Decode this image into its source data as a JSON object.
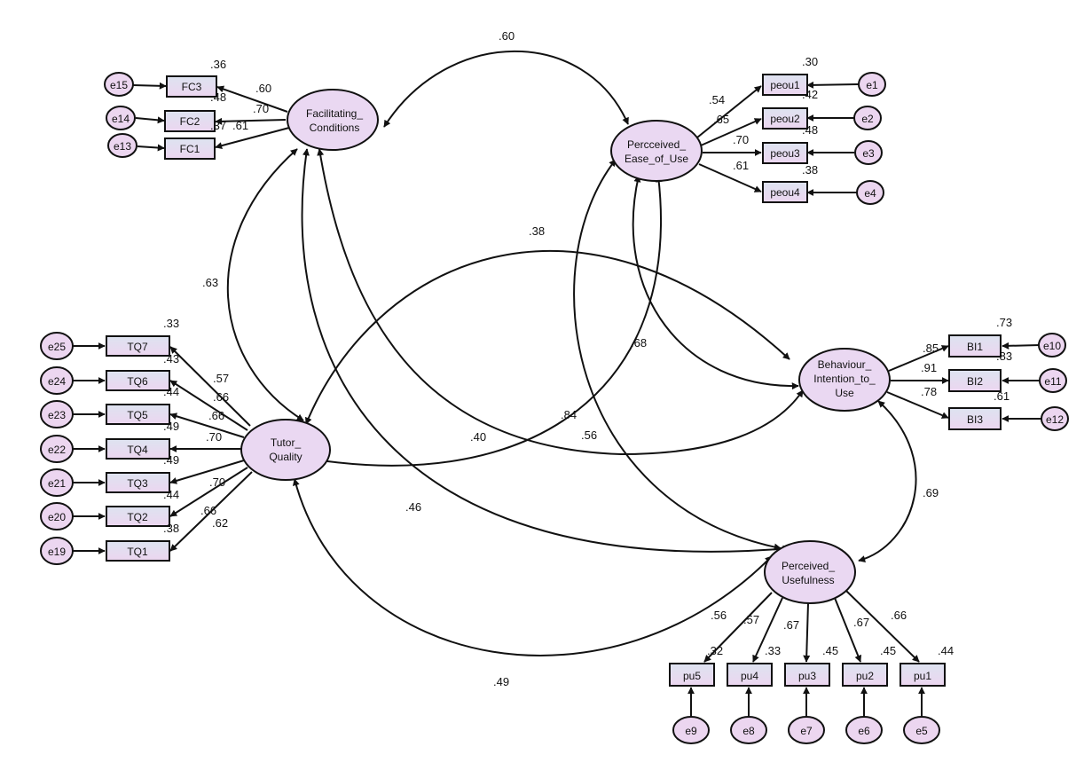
{
  "colors": {
    "latent_fill": "#ead8f2",
    "indicator_fill_top": "#dde3f0",
    "indicator_fill_bottom": "#ecd6f0",
    "error_fill": "#ecd6f0",
    "stroke": "#111111"
  },
  "latents": [
    {
      "id": "FC",
      "label": [
        "Facilitating_",
        "Conditions"
      ]
    },
    {
      "id": "PEOU",
      "label": [
        "Percceived_",
        "Ease_of_Use"
      ]
    },
    {
      "id": "BI",
      "label": [
        "Behaviour_",
        "Intention_to_",
        "Use"
      ]
    },
    {
      "id": "TQ",
      "label": [
        "Tutor_",
        "Quality"
      ]
    },
    {
      "id": "PU",
      "label": [
        "Perceived_",
        "Usefulness"
      ]
    }
  ],
  "indicators": [
    {
      "id": "FC3",
      "r2": ".36"
    },
    {
      "id": "FC2",
      "r2": ".48"
    },
    {
      "id": "FC1",
      "r2": ".37"
    },
    {
      "id": "peou1",
      "r2": ".30"
    },
    {
      "id": "peou2",
      "r2": ".42"
    },
    {
      "id": "peou3",
      "r2": ".48"
    },
    {
      "id": "peou4",
      "r2": ".38"
    },
    {
      "id": "BI1",
      "r2": ".73"
    },
    {
      "id": "BI2",
      "r2": ".83"
    },
    {
      "id": "BI3",
      "r2": ".61"
    },
    {
      "id": "TQ7",
      "r2": ".33"
    },
    {
      "id": "TQ6",
      "r2": ".43"
    },
    {
      "id": "TQ5",
      "r2": ".44"
    },
    {
      "id": "TQ4",
      "r2": ".49"
    },
    {
      "id": "TQ3",
      "r2": ".49"
    },
    {
      "id": "TQ2",
      "r2": ".44"
    },
    {
      "id": "TQ1",
      "r2": ".38"
    },
    {
      "id": "pu5",
      "r2": ".32"
    },
    {
      "id": "pu4",
      "r2": ".33"
    },
    {
      "id": "pu3",
      "r2": ".45"
    },
    {
      "id": "pu2",
      "r2": ".45"
    },
    {
      "id": "pu1",
      "r2": ".44"
    }
  ],
  "errors": [
    "e15",
    "e14",
    "e13",
    "e1",
    "e2",
    "e3",
    "e4",
    "e10",
    "e11",
    "e12",
    "e25",
    "e24",
    "e23",
    "e22",
    "e21",
    "e20",
    "e19",
    "e9",
    "e8",
    "e7",
    "e6",
    "e5"
  ],
  "loadings": [
    {
      "from": "FC",
      "to": "FC3",
      "value": ".60"
    },
    {
      "from": "FC",
      "to": "FC2",
      "value": ".70"
    },
    {
      "from": "FC",
      "to": "FC1",
      "value": ".61"
    },
    {
      "from": "PEOU",
      "to": "peou1",
      "value": ".54"
    },
    {
      "from": "PEOU",
      "to": "peou2",
      "value": ".65"
    },
    {
      "from": "PEOU",
      "to": "peou3",
      "value": ".70"
    },
    {
      "from": "PEOU",
      "to": "peou4",
      "value": ".61"
    },
    {
      "from": "BI",
      "to": "BI1",
      "value": ".85"
    },
    {
      "from": "BI",
      "to": "BI2",
      "value": ".91"
    },
    {
      "from": "BI",
      "to": "BI3",
      "value": ".78"
    },
    {
      "from": "TQ",
      "to": "TQ7",
      "value": ".57"
    },
    {
      "from": "TQ",
      "to": "TQ6",
      "value": ".66"
    },
    {
      "from": "TQ",
      "to": "TQ5",
      "value": ".66"
    },
    {
      "from": "TQ",
      "to": "TQ4",
      "value": ".70"
    },
    {
      "from": "TQ",
      "to": "TQ3",
      "value": ".70"
    },
    {
      "from": "TQ",
      "to": "TQ2",
      "value": ".66"
    },
    {
      "from": "TQ",
      "to": "TQ1",
      "value": ".62"
    },
    {
      "from": "PU",
      "to": "pu5",
      "value": ".56"
    },
    {
      "from": "PU",
      "to": "pu4",
      "value": ".57"
    },
    {
      "from": "PU",
      "to": "pu3",
      "value": ".67"
    },
    {
      "from": "PU",
      "to": "pu2",
      "value": ".67"
    },
    {
      "from": "PU",
      "to": "pu1",
      "value": ".66"
    }
  ],
  "covariances": [
    {
      "a": "FC",
      "b": "PEOU",
      "value": ".60"
    },
    {
      "a": "FC",
      "b": "TQ",
      "value": ".63"
    },
    {
      "a": "FC",
      "b": "BI",
      "value": ".56"
    },
    {
      "a": "FC",
      "b": "PU",
      "value": ".46"
    },
    {
      "a": "PEOU",
      "b": "BI",
      "value": ".68"
    },
    {
      "a": "PEOU",
      "b": "TQ",
      "value": ".40"
    },
    {
      "a": "PEOU",
      "b": "PU",
      "value": ".84"
    },
    {
      "a": "TQ",
      "b": "BI",
      "value": ".38"
    },
    {
      "a": "TQ",
      "b": "PU",
      "value": ".49"
    },
    {
      "a": "BI",
      "b": "PU",
      "value": ".69"
    }
  ]
}
